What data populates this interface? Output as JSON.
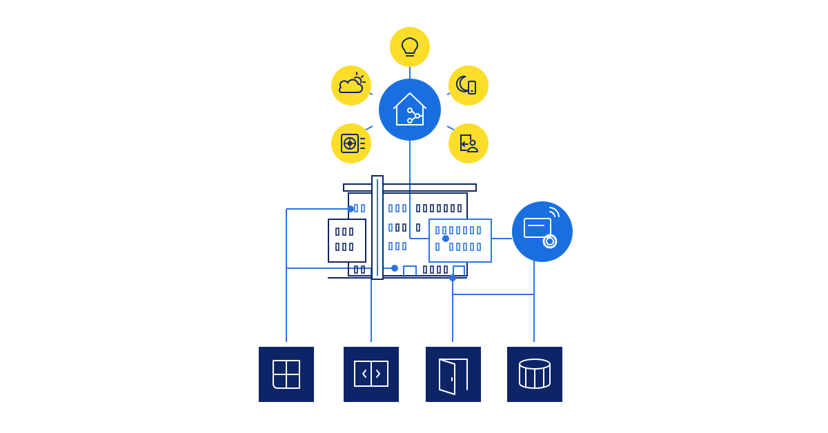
{
  "colors": {
    "background": "#ffffff",
    "hub_blue": "#1a6fe0",
    "line_blue": "#2a74e2",
    "accent_yellow": "#fcdd2a",
    "navy": "#0d2467",
    "icon_stroke_dark": "#0d2467",
    "icon_stroke_light": "#ffffff"
  },
  "hub": {
    "icon": "smart-home-automation-icon"
  },
  "satellites": [
    {
      "id": "lighting",
      "icon": "light-bulb-icon"
    },
    {
      "id": "weather",
      "icon": "sun-cloud-weather-icon"
    },
    {
      "id": "night-mode",
      "icon": "moon-phone-icon"
    },
    {
      "id": "ventilation",
      "icon": "fan-ventilation-icon"
    },
    {
      "id": "access",
      "icon": "person-access-icon"
    }
  ],
  "controller": {
    "icon": "access-controller-settings-icon"
  },
  "building": {
    "icon": "office-building-icon"
  },
  "endpoints": [
    {
      "id": "window",
      "icon": "window-icon"
    },
    {
      "id": "sliding-door",
      "icon": "sliding-door-icon"
    },
    {
      "id": "swing-door",
      "icon": "open-door-icon"
    },
    {
      "id": "revolving-door",
      "icon": "revolving-door-icon"
    }
  ]
}
